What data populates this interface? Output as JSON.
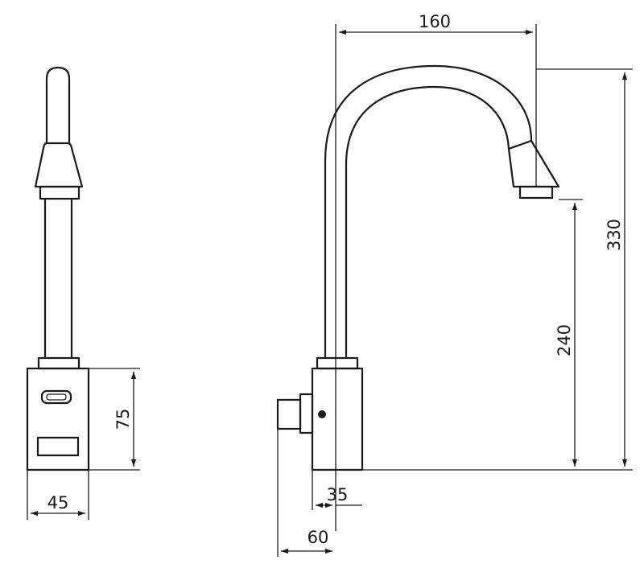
{
  "dimensions": {
    "spout_reach": "160",
    "total_height": "330",
    "outlet_height": "240",
    "sensor_box_height": "75",
    "sensor_box_width": "45",
    "base_width": "35",
    "base_with_knob_width": "60"
  },
  "colors": {
    "line": "#1a1a1a",
    "background": "#ffffff"
  }
}
